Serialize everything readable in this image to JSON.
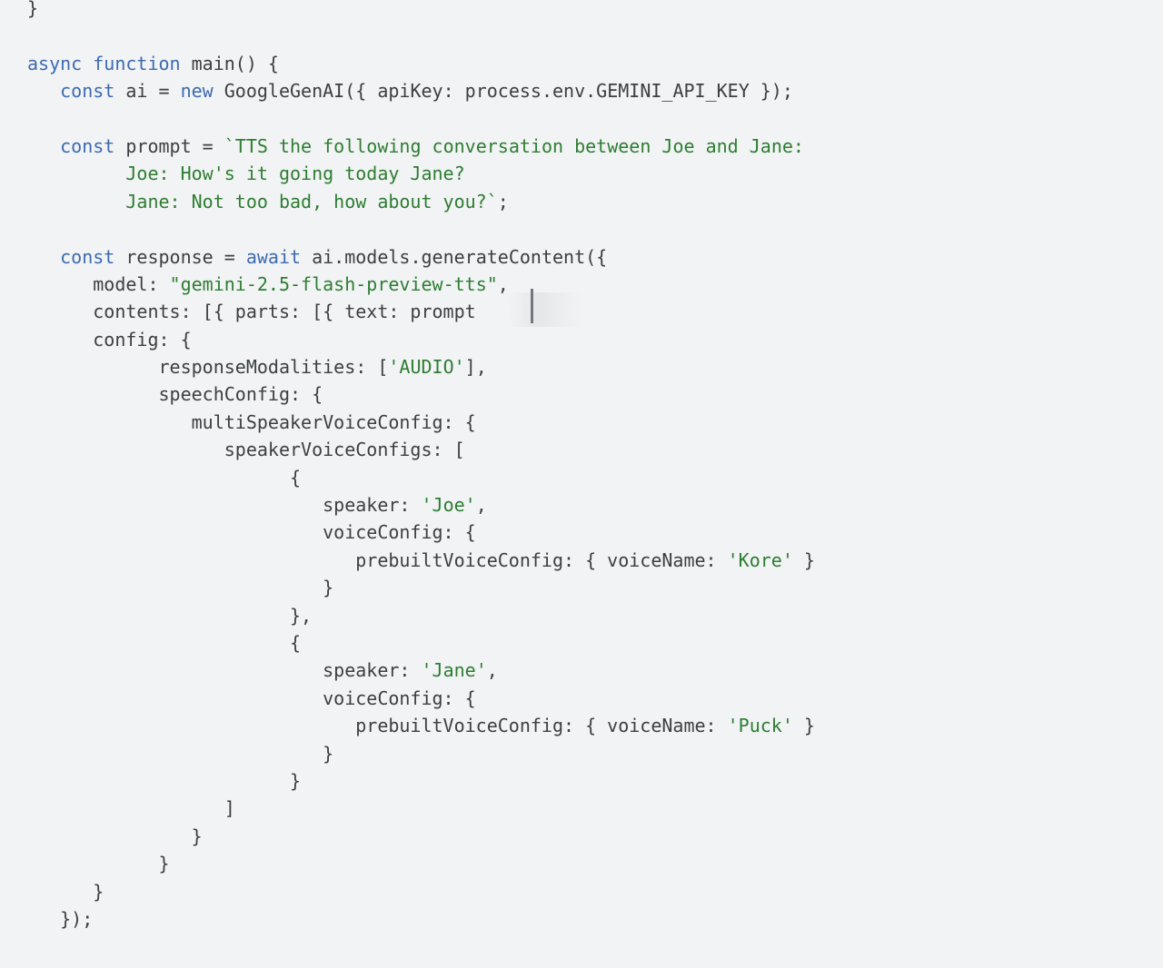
{
  "code": {
    "language": "javascript",
    "lines": [
      [
        {
          "t": "}",
          "c": "plain"
        }
      ],
      [],
      [
        {
          "t": "async",
          "c": "kw"
        },
        {
          "t": " ",
          "c": "plain"
        },
        {
          "t": "function",
          "c": "kw"
        },
        {
          "t": " main() {",
          "c": "plain"
        }
      ],
      [
        {
          "t": "   ",
          "c": "plain"
        },
        {
          "t": "const",
          "c": "kw"
        },
        {
          "t": " ai = ",
          "c": "plain"
        },
        {
          "t": "new",
          "c": "kw"
        },
        {
          "t": " GoogleGenAI({ apiKey: process.env.GEMINI_API_KEY });",
          "c": "plain"
        }
      ],
      [],
      [
        {
          "t": "   ",
          "c": "plain"
        },
        {
          "t": "const",
          "c": "kw"
        },
        {
          "t": " prompt = ",
          "c": "plain"
        },
        {
          "t": "`TTS the following conversation between Joe and Jane:",
          "c": "str"
        }
      ],
      [
        {
          "t": "         Joe: How's it going today Jane?",
          "c": "str"
        }
      ],
      [
        {
          "t": "         Jane: Not too bad, how about you?`",
          "c": "str"
        },
        {
          "t": ";",
          "c": "plain"
        }
      ],
      [],
      [
        {
          "t": "   ",
          "c": "plain"
        },
        {
          "t": "const",
          "c": "kw"
        },
        {
          "t": " response = ",
          "c": "plain"
        },
        {
          "t": "await",
          "c": "kw"
        },
        {
          "t": " ai.models.generateContent({",
          "c": "plain"
        }
      ],
      [
        {
          "t": "      model: ",
          "c": "plain"
        },
        {
          "t": "\"gemini-2.5-flash-preview-tts\"",
          "c": "str"
        },
        {
          "t": ",",
          "c": "plain"
        }
      ],
      [
        {
          "t": "      contents: [{ parts: [{ text: prompt",
          "c": "plain"
        }
      ],
      [
        {
          "t": "      config: {",
          "c": "plain"
        }
      ],
      [
        {
          "t": "            responseModalities: [",
          "c": "plain"
        },
        {
          "t": "'AUDIO'",
          "c": "str"
        },
        {
          "t": "],",
          "c": "plain"
        }
      ],
      [
        {
          "t": "            speechConfig: {",
          "c": "plain"
        }
      ],
      [
        {
          "t": "               multiSpeakerVoiceConfig: {",
          "c": "plain"
        }
      ],
      [
        {
          "t": "                  speakerVoiceConfigs: [",
          "c": "plain"
        }
      ],
      [
        {
          "t": "                        {",
          "c": "plain"
        }
      ],
      [
        {
          "t": "                           speaker: ",
          "c": "plain"
        },
        {
          "t": "'Joe'",
          "c": "str"
        },
        {
          "t": ",",
          "c": "plain"
        }
      ],
      [
        {
          "t": "                           voiceConfig: {",
          "c": "plain"
        }
      ],
      [
        {
          "t": "                              prebuiltVoiceConfig: { voiceName: ",
          "c": "plain"
        },
        {
          "t": "'Kore'",
          "c": "str"
        },
        {
          "t": " }",
          "c": "plain"
        }
      ],
      [
        {
          "t": "                           }",
          "c": "plain"
        }
      ],
      [
        {
          "t": "                        },",
          "c": "plain"
        }
      ],
      [
        {
          "t": "                        {",
          "c": "plain"
        }
      ],
      [
        {
          "t": "                           speaker: ",
          "c": "plain"
        },
        {
          "t": "'Jane'",
          "c": "str"
        },
        {
          "t": ",",
          "c": "plain"
        }
      ],
      [
        {
          "t": "                           voiceConfig: {",
          "c": "plain"
        }
      ],
      [
        {
          "t": "                              prebuiltVoiceConfig: { voiceName: ",
          "c": "plain"
        },
        {
          "t": "'Puck'",
          "c": "str"
        },
        {
          "t": " }",
          "c": "plain"
        }
      ],
      [
        {
          "t": "                           }",
          "c": "plain"
        }
      ],
      [
        {
          "t": "                        }",
          "c": "plain"
        }
      ],
      [
        {
          "t": "                  ]",
          "c": "plain"
        }
      ],
      [
        {
          "t": "               }",
          "c": "plain"
        }
      ],
      [
        {
          "t": "            }",
          "c": "plain"
        }
      ],
      [
        {
          "t": "      }",
          "c": "plain"
        }
      ],
      [
        {
          "t": "   });",
          "c": "plain"
        }
      ]
    ]
  },
  "colors": {
    "background": "#f1f3f4",
    "keyword": "#3d6bb0",
    "string": "#2e7d32",
    "text": "#3c4043"
  }
}
